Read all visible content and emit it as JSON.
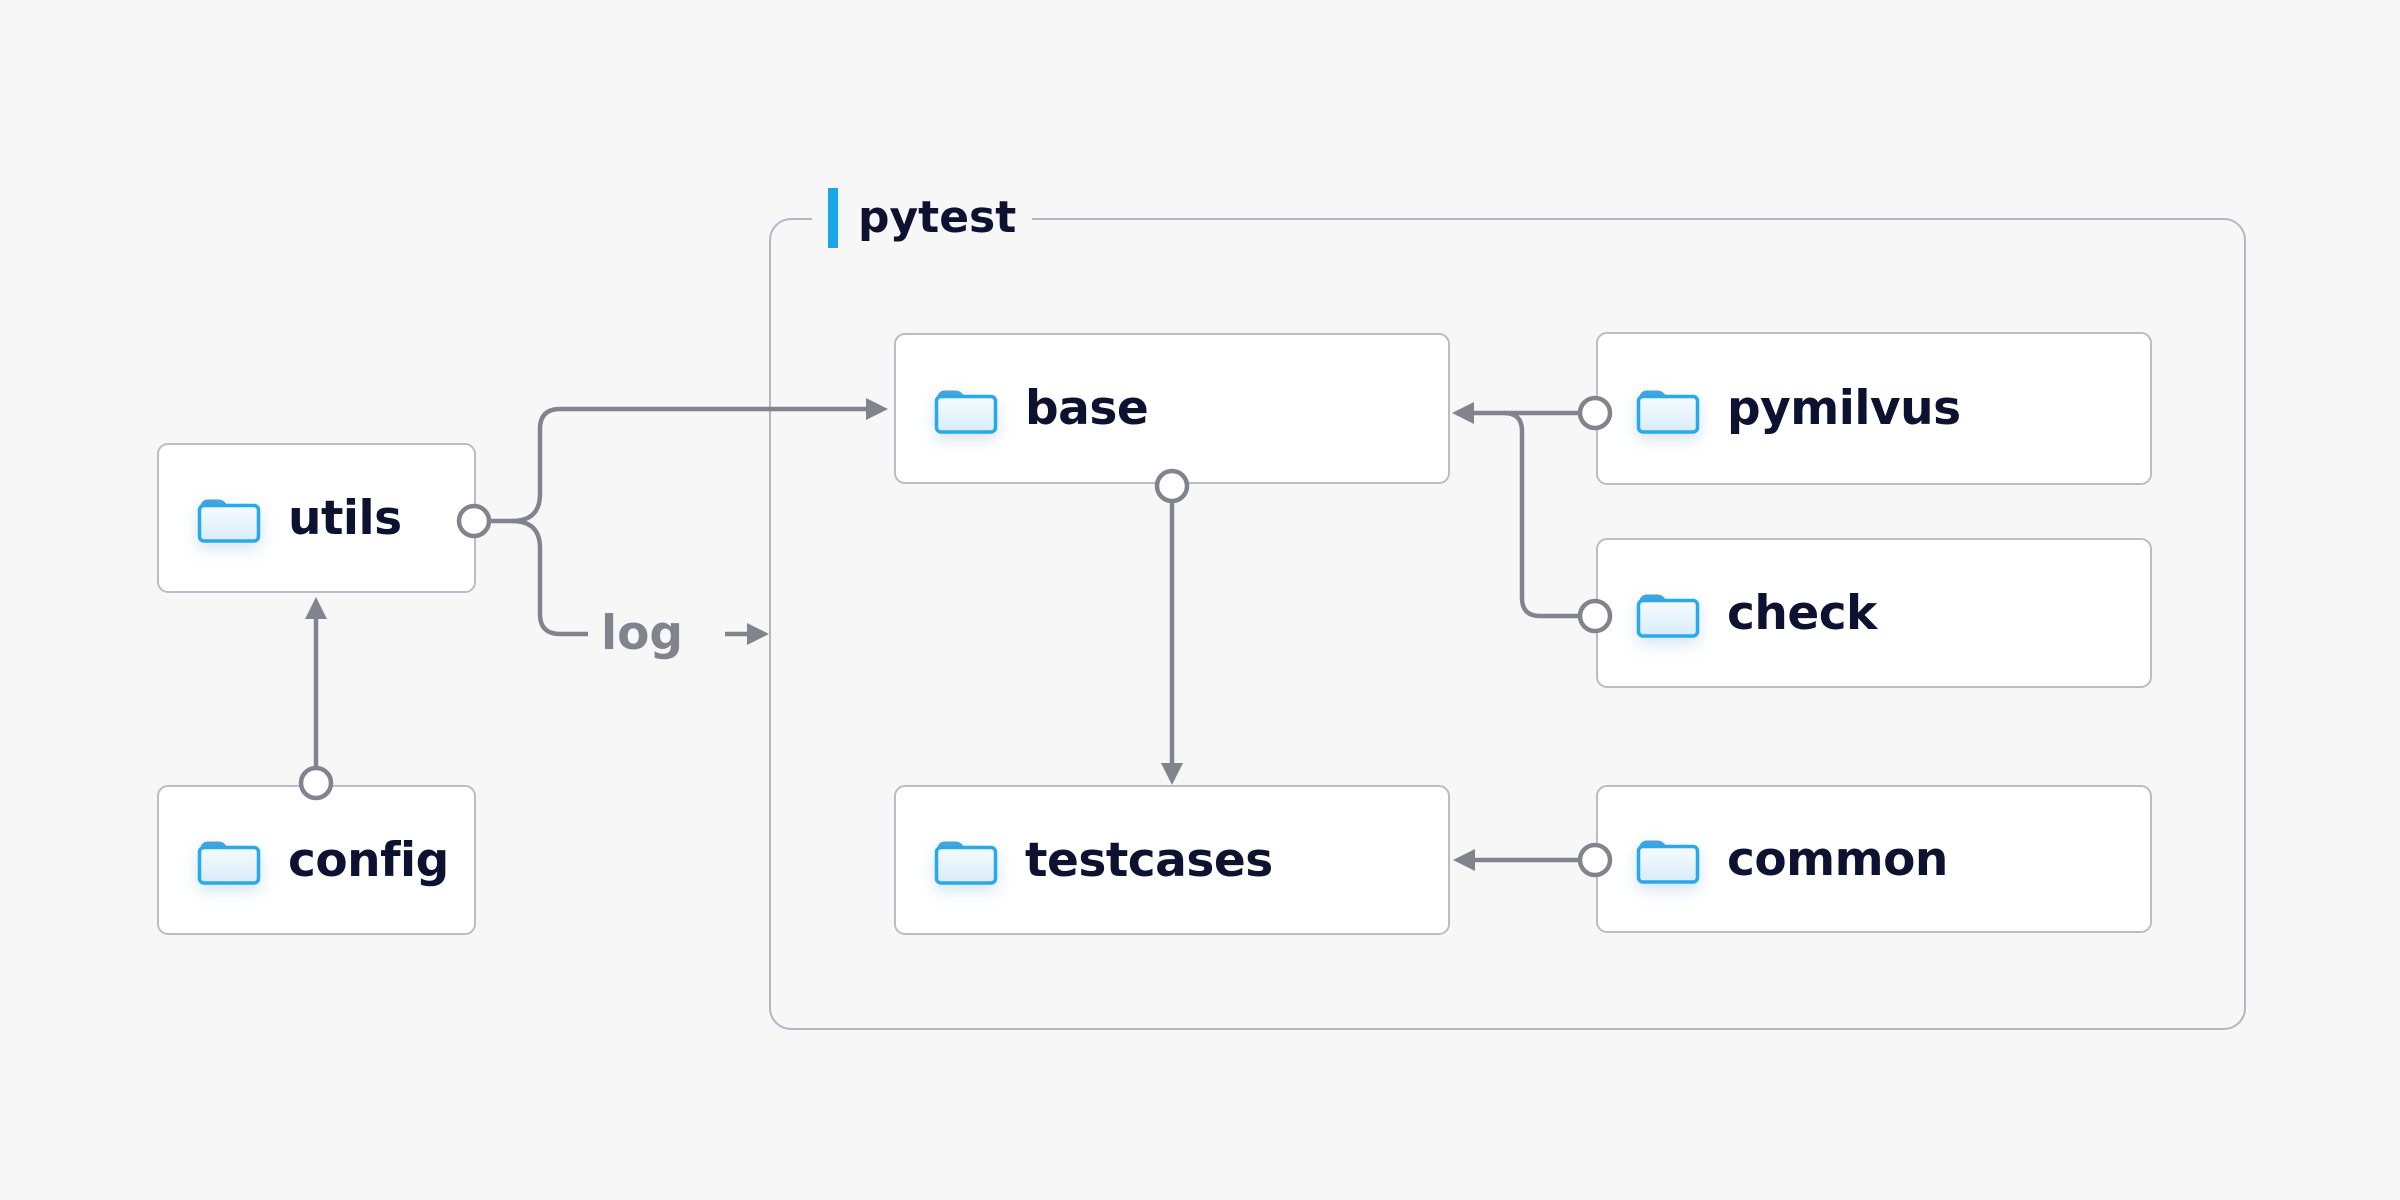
{
  "diagram": {
    "container": {
      "label": "pytest"
    },
    "edge_label": "log",
    "nodes": {
      "utils": "utils",
      "config": "config",
      "base": "base",
      "testcases": "testcases",
      "pymilvus": "pymilvus",
      "check": "check",
      "common": "common"
    },
    "edges": [
      {
        "from": "config",
        "to": "utils"
      },
      {
        "from": "utils",
        "to": "base"
      },
      {
        "from": "utils",
        "to": "log",
        "label": "log"
      },
      {
        "from": "pymilvus",
        "to": "base"
      },
      {
        "from": "check",
        "to": "base"
      },
      {
        "from": "base",
        "to": "testcases"
      },
      {
        "from": "common",
        "to": "testcases"
      }
    ],
    "colors": {
      "background": "#f7f7f8",
      "node_border": "#bcbcc6",
      "container_border": "#b6b6c2",
      "connector": "#83838e",
      "text": "#0d1230",
      "accent_bar": "#18a8e8",
      "folder_stroke": "#29a9e9",
      "folder_tab": "#47a3da",
      "folder_fill_top": "#f4fafe",
      "folder_fill_bottom": "#d8ecf9"
    }
  }
}
